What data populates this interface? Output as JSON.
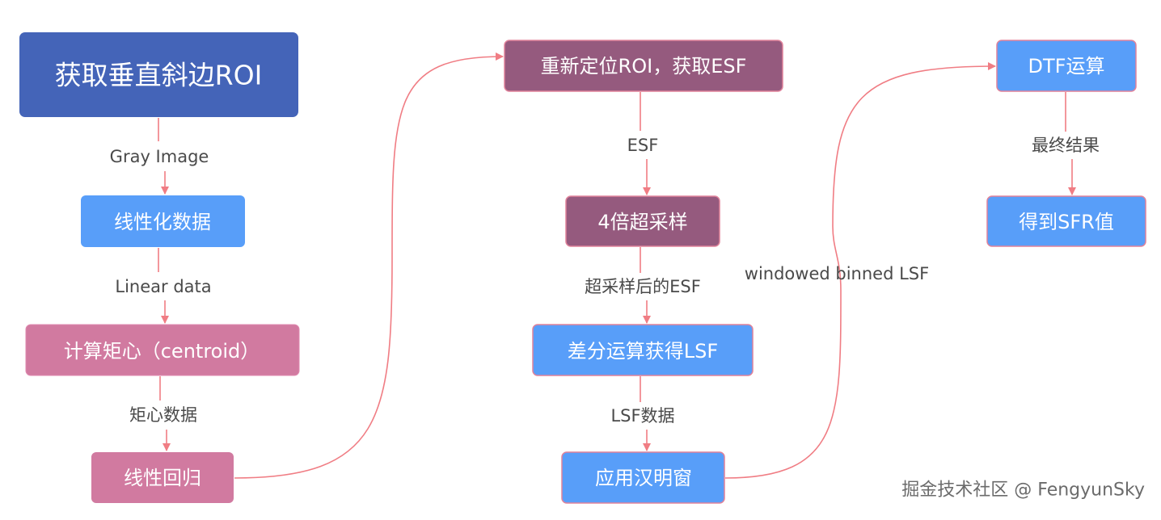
{
  "colors": {
    "dark_blue": "#4464b8",
    "light_blue": "#589ef9",
    "pink": "#d17aa0",
    "plum": "#955a7e",
    "edge": "#f07d84"
  },
  "nodes": {
    "roi": "获取垂直斜边ROI",
    "linearize": "线性化数据",
    "centroid": "计算矩心（centroid）",
    "regression": "线性回归",
    "relocate": "重新定位ROI，获取ESF",
    "supersample": "4倍超采样",
    "diff": "差分运算获得LSF",
    "hamming": "应用汉明窗",
    "dtf": "DTF运算",
    "result": "得到SFR值"
  },
  "edges": {
    "gray_image": "Gray Image",
    "linear_data": "Linear data",
    "centroid_data": "矩心数据",
    "esf": "ESF",
    "supersampled_esf": "超采样后的ESF",
    "lsf_data": "LSF数据",
    "windowed_lsf": "windowed binned LSF",
    "final_result": "最终结果"
  },
  "watermark": {
    "text": "掘金技术社区 @ FengyunSky"
  }
}
